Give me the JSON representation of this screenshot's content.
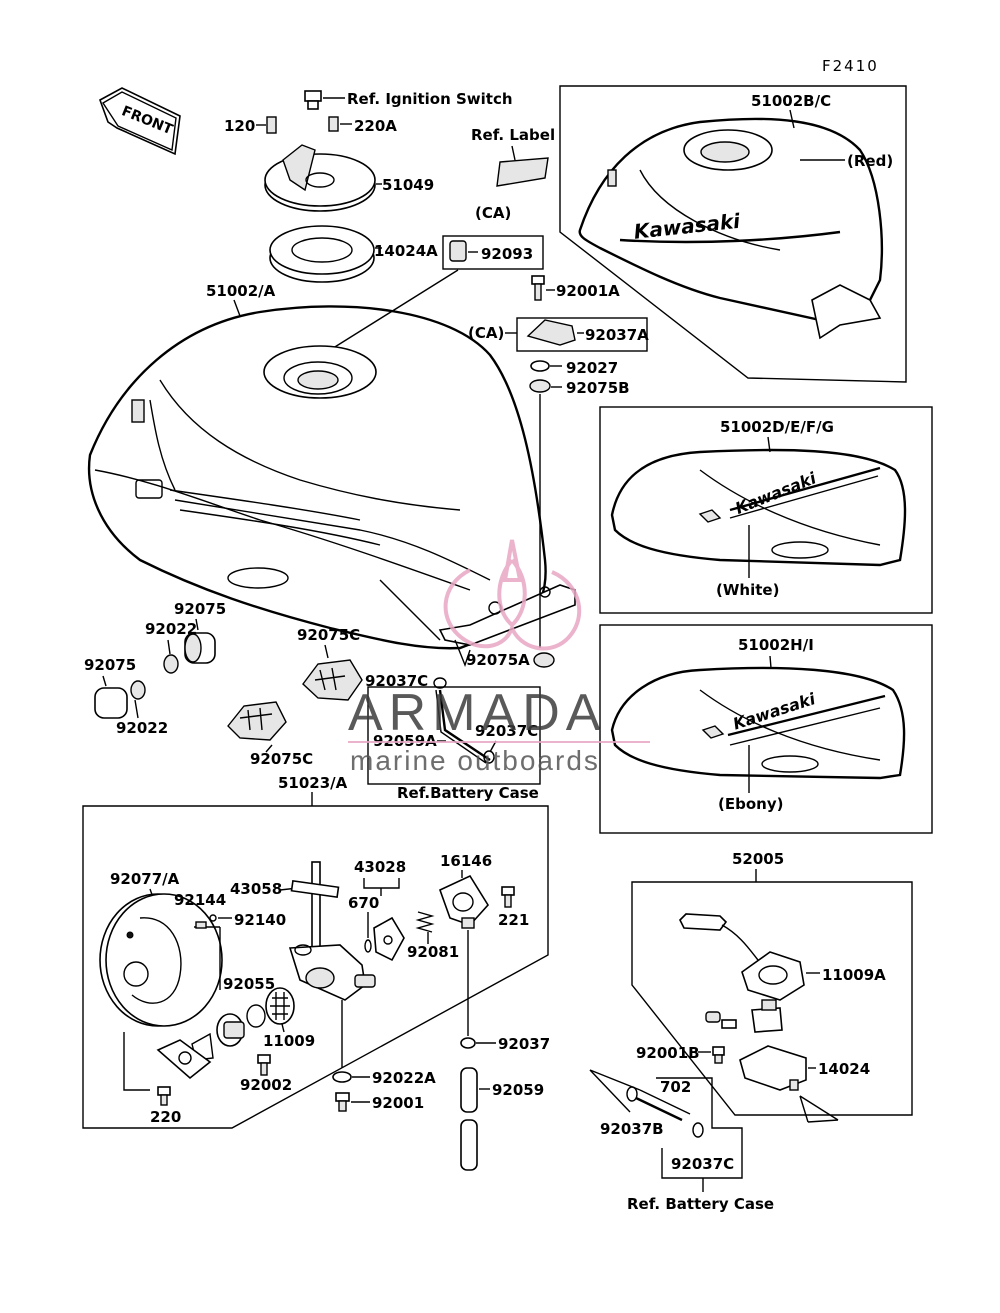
{
  "diagram": {
    "code": "F2410",
    "front_label": "FRONT",
    "labels": {
      "ref_ignition": "Ref. Ignition Switch",
      "ref_label": "Ref. Label",
      "ca1": "(CA)",
      "ca2": "(CA)",
      "ref_battery_1": "Ref.Battery Case",
      "ref_battery_2": "Ref. Battery Case",
      "red": "(Red)",
      "white": "(White)",
      "ebony": "(Ebony)",
      "brand": "Kawasaki"
    },
    "parts": {
      "p120": "120",
      "p220A": "220A",
      "p51049": "51049",
      "p14024A": "14024A",
      "p92093": "92093",
      "p51002A": "51002/A",
      "p51002BC": "51002B/C",
      "p51002DEFG": "51002D/E/F/G",
      "p51002HI": "51002H/I",
      "p92001A": "92001A",
      "p92037A": "92037A",
      "p92027": "92027",
      "p92075B": "92075B",
      "p92075_1": "92075",
      "p92022_1": "92022",
      "p92075_2": "92075",
      "p92022_2": "92022",
      "p92075C_1": "92075C",
      "p92075C_2": "92075C",
      "p92037C_1": "92037C",
      "p92037C_2": "92037C",
      "p92075A": "92075A",
      "p92059A": "92059A",
      "p51023A": "51023/A",
      "p92077A": "92077/A",
      "p92144": "92144",
      "p92140": "92140",
      "p43058": "43058",
      "p43028": "43028",
      "p670": "670",
      "p16146": "16146",
      "p221": "221",
      "p92081": "92081",
      "p92055": "92055",
      "p11009": "11009",
      "p92002": "92002",
      "p220": "220",
      "p92037": "92037",
      "p92022A": "92022A",
      "p92001": "92001",
      "p92059": "92059",
      "p52005": "52005",
      "p11009A": "11009A",
      "p92001B": "92001B",
      "p14024": "14024",
      "p702": "702",
      "p92037B": "92037B",
      "p92037C_3": "92037C"
    }
  },
  "watermark": {
    "brand": "ARMADA",
    "tagline": "marine outboards",
    "accent": "#e8a7c4"
  },
  "colors": {
    "ink": "#000000",
    "paper": "#ffffff"
  }
}
